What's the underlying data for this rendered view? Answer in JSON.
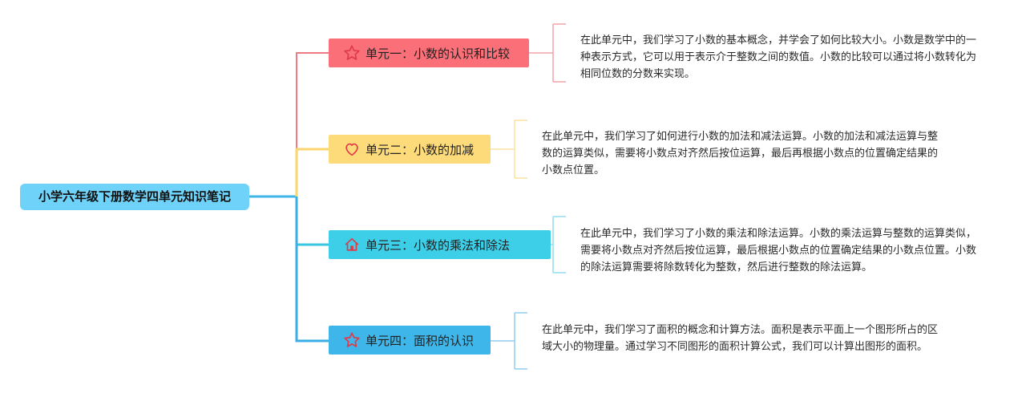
{
  "root": {
    "label": "小学六年级下册数学四单元知识笔记"
  },
  "colors": {
    "root": "#6fd2f8",
    "unit1": "#fb6f78",
    "unit2": "#fedb7a",
    "unit3": "#3ccfe7",
    "unit4": "#3fb6ea",
    "icon_red": "#e0394a"
  },
  "branches": [
    {
      "label": "单元一：小数的认识和比较",
      "icon": "star-icon",
      "note": "在此单元中，我们学习了小数的基本概念，并学会了如何比较大小。小数是数学中的一种表示方式，它可以用于表示介于整数之间的数值。小数的比较可以通过将小数转化为相同位数的分数来实现。"
    },
    {
      "label": "单元二：小数的加减",
      "icon": "heart-icon",
      "note": "在此单元中，我们学习了如何进行小数的加法和减法运算。小数的加法和减法运算与整数的运算类似，需要将小数点对齐然后按位运算，最后再根据小数点的位置确定结果的小数点位置。"
    },
    {
      "label": "单元三：小数的乘法和除法",
      "icon": "house-icon",
      "note": "在此单元中，我们学习了小数的乘法和除法运算。小数的乘法运算与整数的运算类似，需要将小数点对齐然后按位运算，最后根据小数点的位置确定结果的小数点位置。小数的除法运算需要将除数转化为整数，然后进行整数的除法运算。"
    },
    {
      "label": "单元四：面积的认识",
      "icon": "star-icon",
      "note": "在此单元中，我们学习了面积的概念和计算方法。面积是表示平面上一个图形所占的区域大小的物理量。通过学习不同图形的面积计算公式，我们可以计算出图形的面积。"
    }
  ]
}
